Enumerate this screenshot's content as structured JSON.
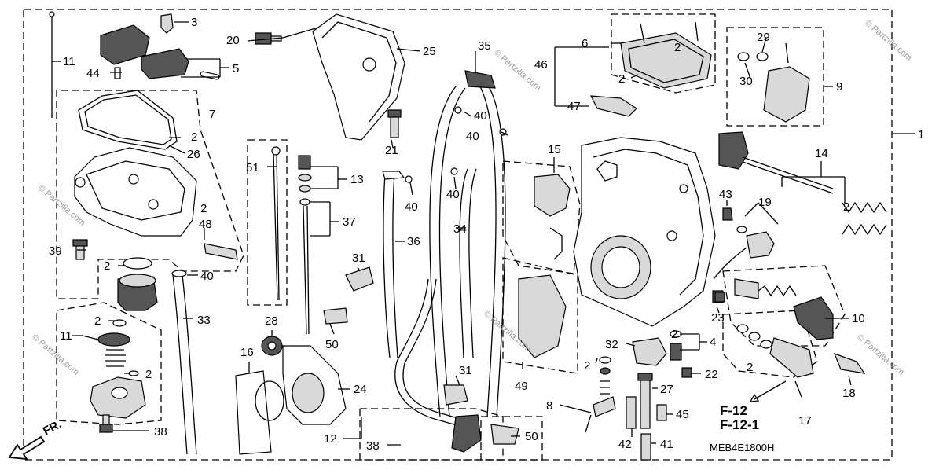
{
  "diagram": {
    "code": "MEB4E1800H",
    "watermark": "© Partzilla.com",
    "direction_label": "FR.",
    "figure_refs": [
      "F-12",
      "F-12-1"
    ],
    "callouts": {
      "c1": "1",
      "c2a": "2",
      "c2b": "2",
      "c2c": "2",
      "c2d": "2",
      "c2e": "2",
      "c2f": "2",
      "c2g": "2",
      "c2h": "2",
      "c2i": "2",
      "c2j": "2",
      "c2k": "2",
      "c3": "3",
      "c4": "4",
      "c5": "5",
      "c6": "6",
      "c7": "7",
      "c8": "8",
      "c9": "9",
      "c10": "10",
      "c11a": "11",
      "c11b": "11",
      "c12": "12",
      "c13": "13",
      "c14": "14",
      "c15": "15",
      "c16": "16",
      "c17": "17",
      "c18": "18",
      "c19": "19",
      "c20": "20",
      "c21": "21",
      "c22": "22",
      "c23": "23",
      "c24": "24",
      "c25": "25",
      "c26": "26",
      "c27": "27",
      "c28": "28",
      "c29": "29",
      "c30": "30",
      "c31a": "31",
      "c31b": "31",
      "c32": "32",
      "c33": "33",
      "c34": "34",
      "c35": "35",
      "c36": "36",
      "c37": "37",
      "c38a": "38",
      "c38b": "38",
      "c39": "39",
      "c40a": "40",
      "c40b": "40",
      "c40c": "40",
      "c40d": "40",
      "c40e": "40",
      "c41": "41",
      "c42": "42",
      "c43": "43",
      "c44": "44",
      "c45": "45",
      "c46": "46",
      "c47": "47",
      "c48": "48",
      "c49": "49",
      "c50a": "50",
      "c50b": "50",
      "c51": "51"
    }
  }
}
